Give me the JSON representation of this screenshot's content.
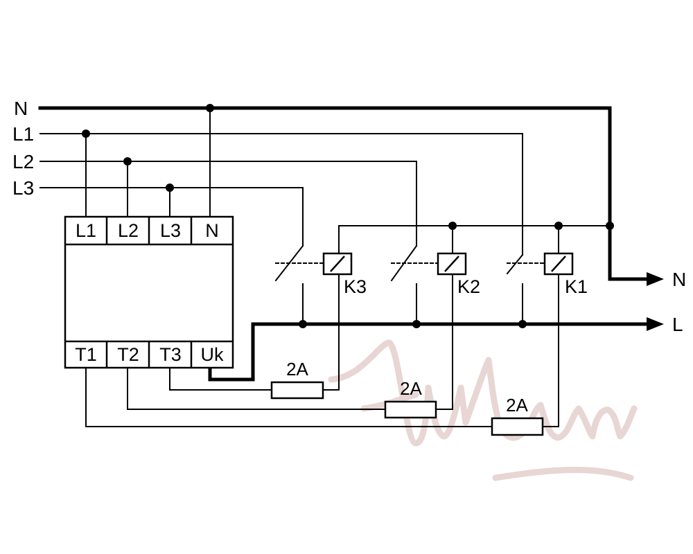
{
  "colors": {
    "line": "#000000",
    "watermark": "#e3cfcc",
    "background": "#ffffff"
  },
  "supply_lines": [
    "N",
    "L1",
    "L2",
    "L3"
  ],
  "device": {
    "top_terminals": [
      "L1",
      "L2",
      "L3",
      "N"
    ],
    "bottom_terminals": [
      "T1",
      "T2",
      "T3",
      "Uk"
    ]
  },
  "relays": [
    "K3",
    "K2",
    "K1"
  ],
  "fuses": [
    "2A",
    "2A",
    "2A"
  ],
  "outputs": [
    "N",
    "L"
  ],
  "watermark_text": "Anlemn"
}
